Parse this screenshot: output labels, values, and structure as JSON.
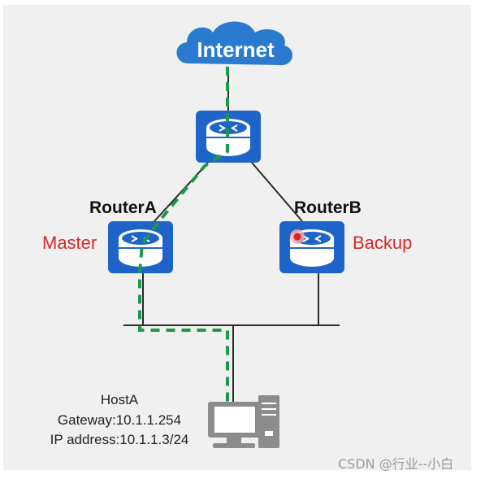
{
  "cloud": {
    "label": "Internet"
  },
  "routers": {
    "a": {
      "name": "RouterA",
      "role": "Master"
    },
    "b": {
      "name": "RouterB",
      "role": "Backup"
    }
  },
  "host": {
    "name": "HostA",
    "gateway": "Gateway:10.1.1.254",
    "ip": "IP address:10.1.1.3/24"
  },
  "watermark": "CSDN @行业--小白",
  "colors": {
    "router_fill": "#1f64c8",
    "cloud_fill": "#2a7bd0",
    "path_dashed": "#1a9a4a",
    "role_text": "#d42a2a",
    "link": "#2a2a2a",
    "host_gray": "#8c8c8c",
    "active_dot": "#e02020"
  },
  "icons": {
    "cloud": "internet-cloud-icon",
    "router": "router-icon",
    "host": "desktop-computer-icon"
  }
}
